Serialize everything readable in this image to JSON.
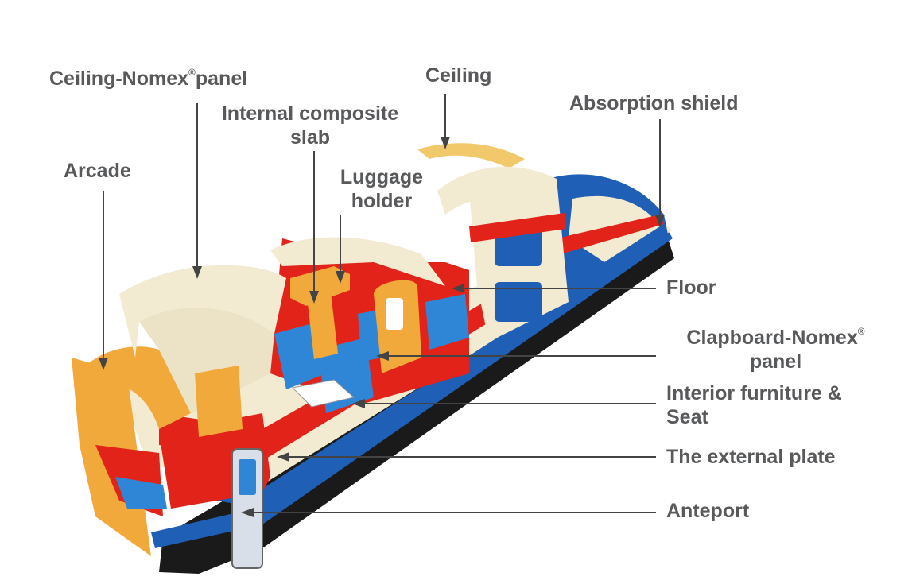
{
  "labels": {
    "ceiling_nomex_panel": "Ceiling-Nomex",
    "registered_mark": "®",
    "ceiling_nomex_panel_suffix": "panel",
    "internal_composite_slab_1": "Internal composite",
    "internal_composite_slab_2": "slab",
    "ceiling": "Ceiling",
    "absorption_shield": "Absorption shield",
    "arcade": "Arcade",
    "luggage_holder_1": "Luggage",
    "luggage_holder_2": "holder",
    "floor": "Floor",
    "clapboard_nomex_1": "Clapboard-Nomex",
    "clapboard_nomex_2": "panel",
    "interior_furniture_1": "Interior furniture &",
    "interior_furniture_2": "Seat",
    "external_plate": "The external plate",
    "anteport": "Anteport"
  },
  "colors": {
    "label_text": "#58595b",
    "leader_line": "#444444",
    "structure_red": "#e2231a",
    "structure_blue": "#1f5fb5",
    "panel_cream": "#f3ead2",
    "panel_orange": "#f2a93b",
    "underframe": "#1a1a1a"
  }
}
